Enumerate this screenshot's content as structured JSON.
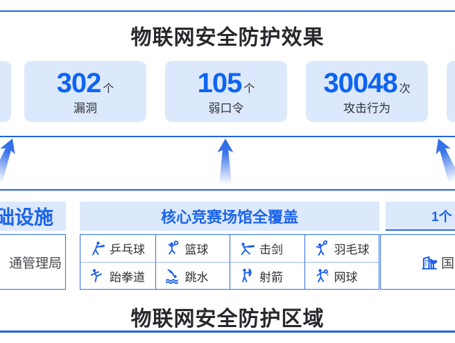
{
  "colors": {
    "accent_blue": "#1e63e8",
    "number_blue": "#0d64f0",
    "card_bg": "#dce8fb",
    "border_blue": "#2e6ce2",
    "divider_light": "#9cb8ee",
    "text_dark": "#2f3136",
    "icon_blue": "#1a5fe8"
  },
  "top": {
    "title": "物联网安全防护效果"
  },
  "stats": [
    {
      "value": "302",
      "unit": "个",
      "label": "漏洞"
    },
    {
      "value": "105",
      "unit": "个",
      "label": "弱口令"
    },
    {
      "value": "30048",
      "unit": "次",
      "label": "攻击行为"
    }
  ],
  "panels": {
    "left": {
      "header": "础设施",
      "content": "通管理局"
    },
    "center": {
      "header": "核心竞赛场馆全覆盖",
      "sports": [
        {
          "icon": "table-tennis-icon",
          "label": "乒乓球"
        },
        {
          "icon": "basketball-icon",
          "label": "篮球"
        },
        {
          "icon": "fencing-icon",
          "label": "击剑"
        },
        {
          "icon": "badminton-icon",
          "label": "羽毛球"
        },
        {
          "icon": "taekwondo-icon",
          "label": "跆拳道"
        },
        {
          "icon": "diving-icon",
          "label": "跳水"
        },
        {
          "icon": "archery-icon",
          "label": "射箭"
        },
        {
          "icon": "tennis-icon",
          "label": "网球"
        }
      ]
    },
    "right": {
      "header": "1个",
      "content": "国",
      "icon": "venue-building-icon"
    }
  },
  "bottom": {
    "title": "物联网安全防护区域"
  }
}
